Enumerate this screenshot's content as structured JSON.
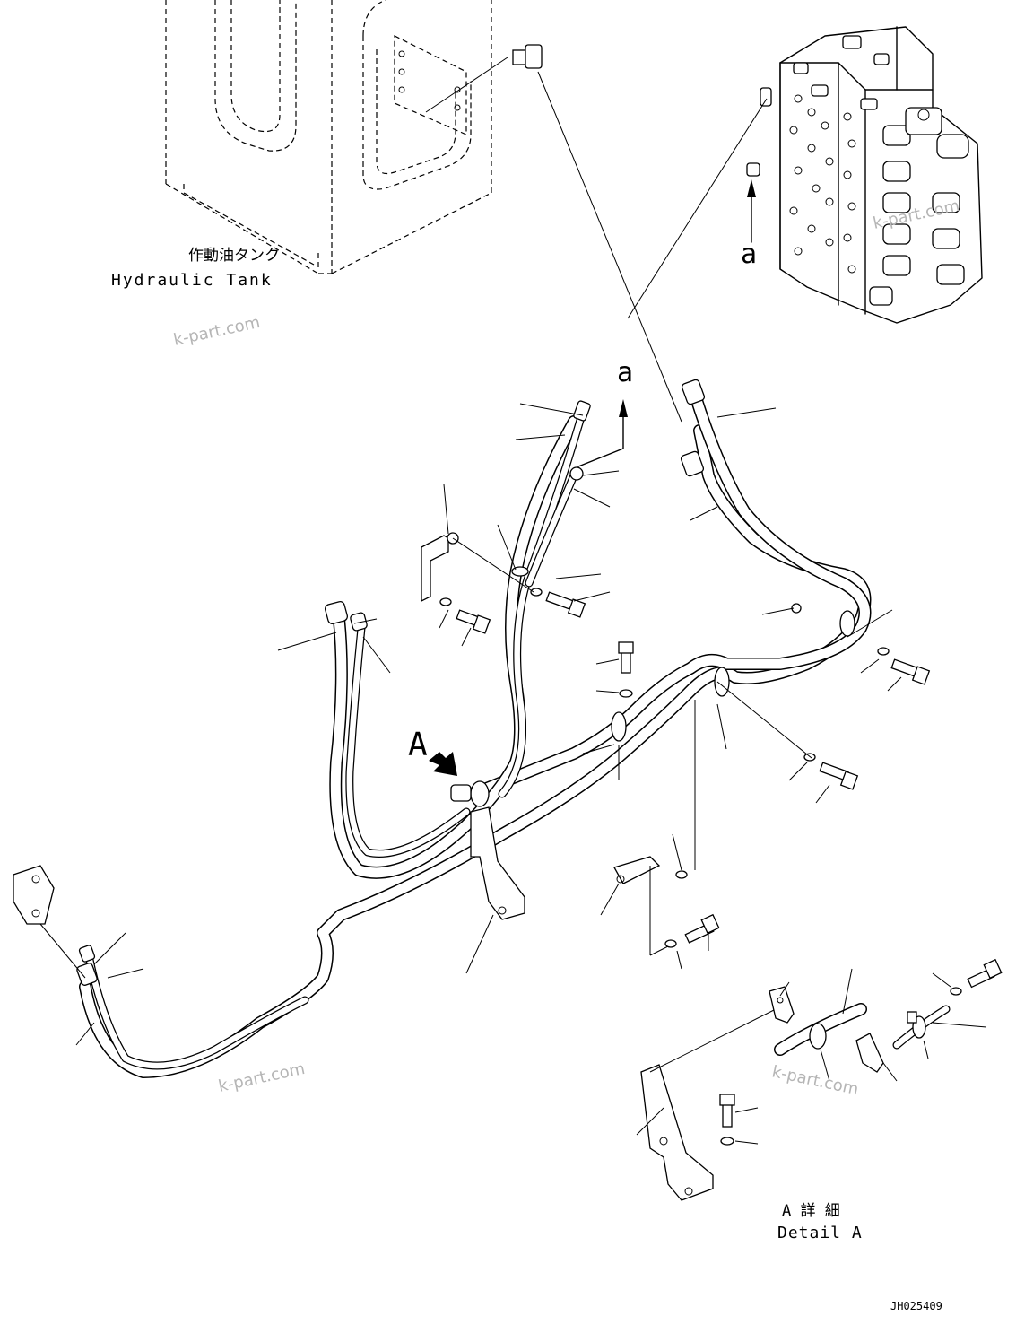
{
  "labels": {
    "tank_jp": "作動油タンク",
    "tank_en": "Hydraulic Tank",
    "ref_a_top": "a",
    "ref_a_mid": "a",
    "view_a": "A",
    "detail_jp": "A 詳 細",
    "detail_en": "Detail A",
    "drawing_no": "JH025409"
  },
  "watermarks": {
    "wm1": "k-part.com",
    "wm2": "k-part.com",
    "wm3": "k-part.com",
    "wm4": "k-part.com"
  }
}
